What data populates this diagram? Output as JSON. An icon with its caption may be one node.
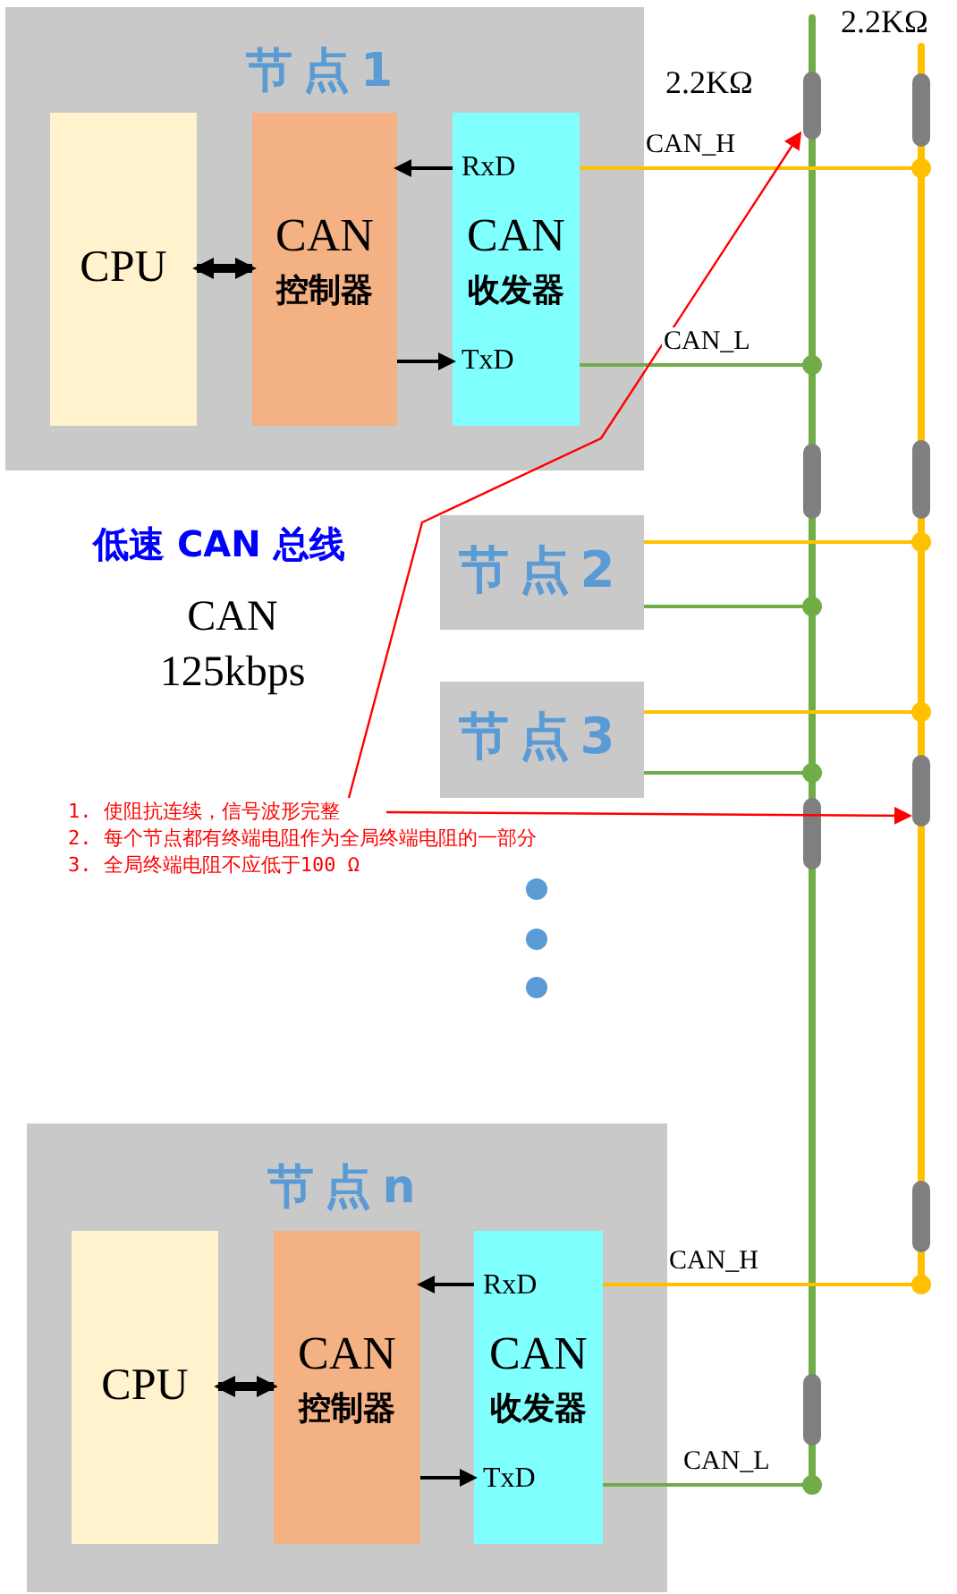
{
  "diagram": {
    "nodes": [
      {
        "text": [
          "节点1"
        ]
      },
      {
        "text": [
          "CPU"
        ],
        "in": 0
      },
      {
        "text": [
          "CAN",
          "控制器"
        ],
        "in": 0
      },
      {
        "text": [
          "RxD",
          "CAN",
          "收发器",
          "TxD"
        ],
        "in": 0
      },
      {
        "text": [
          "节点2"
        ]
      },
      {
        "text": [
          "节点3"
        ]
      },
      {
        "text": [
          "1. 使阻抗连续，信号波形完整",
          "2. 每个节点都有终端电阻作为全局终端电阻的一部分",
          "3. 全局终端电阻不应低于100 Ω"
        ]
      },
      {
        "text": [
          "节点n"
        ]
      },
      {
        "text": [
          "CPU"
        ],
        "in": 7
      },
      {
        "text": [
          "CAN",
          "控制器"
        ],
        "in": 7
      },
      {
        "text": [
          "RxD",
          "CAN",
          "收发器",
          "TxD"
        ],
        "in": 7
      },
      {
        "text": [],
        "shape": "bar"
      },
      {
        "text": [],
        "shape": "bar"
      }
    ],
    "edges": [
      {
        "from": 1,
        "to": 2,
        "arrow": "both",
        "style": "thick"
      },
      {
        "from": 3,
        "to": 2,
        "arrow": "to"
      },
      {
        "from": 2,
        "to": 3,
        "arrow": "to"
      },
      {
        "from": 3,
        "to": 12,
        "arrow": "other",
        "label": "CAN_H",
        "color": "#ffc000"
      },
      {
        "from": 3,
        "to": 11,
        "arrow": "other",
        "label": "CAN_L",
        "color": "#70ad47"
      },
      {
        "from": 4,
        "to": 12,
        "arrow": "other",
        "color": "#ffc000"
      },
      {
        "from": 4,
        "to": 11,
        "arrow": "other",
        "color": "#70ad47"
      },
      {
        "from": 5,
        "to": 12,
        "arrow": "other",
        "color": "#ffc000"
      },
      {
        "from": 5,
        "to": 11,
        "arrow": "other",
        "color": "#70ad47"
      },
      {
        "from": 8,
        "to": 9,
        "arrow": "both",
        "style": "thick"
      },
      {
        "from": 10,
        "to": 9,
        "arrow": "to"
      },
      {
        "from": 9,
        "to": 10,
        "arrow": "to"
      },
      {
        "from": 10,
        "to": 12,
        "arrow": "other",
        "label": "CAN_H",
        "color": "#ffc000"
      },
      {
        "from": 10,
        "to": 11,
        "arrow": "other",
        "label": "CAN_L",
        "color": "#70ad47"
      },
      {
        "from": 6,
        "to": 11,
        "arrow": "to",
        "color": "#ff0000"
      },
      {
        "from": 6,
        "to": 12,
        "arrow": "to",
        "color": "#ff0000"
      }
    ],
    "labels": [
      "2.2KΩ",
      "2.2KΩ",
      "低速 CAN 总线",
      "CAN 125kbps"
    ]
  }
}
